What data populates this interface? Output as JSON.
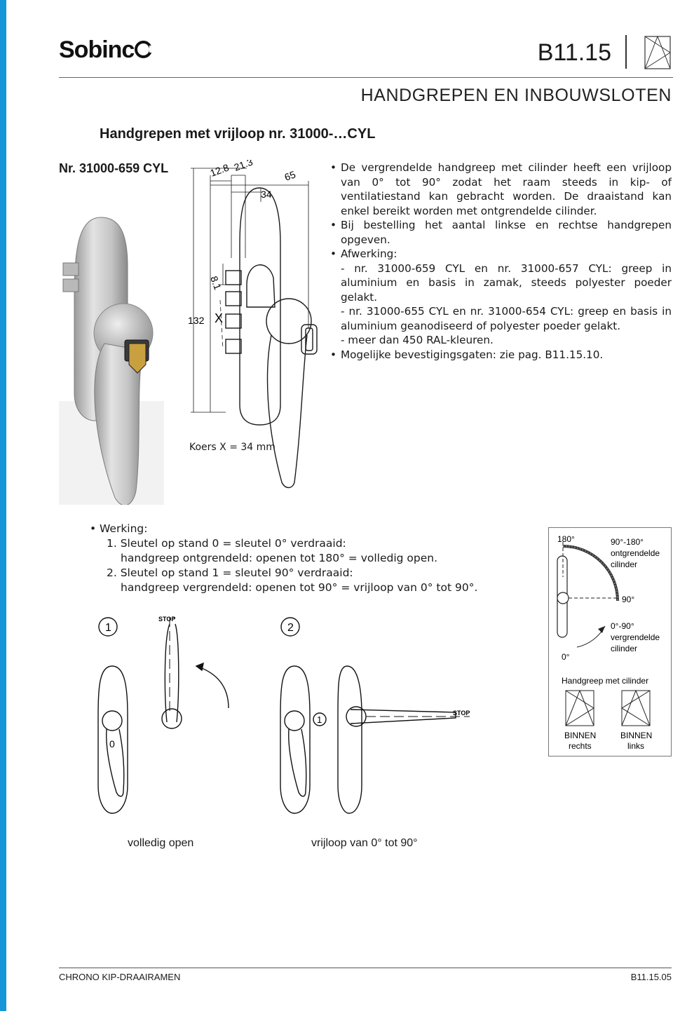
{
  "brand": {
    "name_part": "Sobinc",
    "name_end": "o"
  },
  "header": {
    "code": "B11.15",
    "section_title": "HANDGREPEN EN INBOUWSLOTEN"
  },
  "subtitle": "Handgrepen met vrijloop nr. 31000-…CYL",
  "product_label": "Nr. 31000-659 CYL",
  "dimensions": {
    "d1": "12.8",
    "d2": "21.3",
    "d3": "34",
    "d4": "65",
    "d5": "8.1",
    "d6": "132",
    "d7": "X"
  },
  "koers": "Koers X = 34 mm",
  "description": {
    "b1": "De vergrendelde handgreep met cilinder heeft een vrijloop van 0° tot 90° zodat het raam steeds in kip- of ventilatiestand kan gebracht worden. De draaistand kan enkel bereikt worden met ontgrendelde cilinder.",
    "b2": "Bij bestelling het aantal linkse en rechtse handgrepen opgeven.",
    "b3": "Afwerking:",
    "s1": "- nr. 31000-659 CYL en nr. 31000-657 CYL: greep in aluminium en basis in zamak, steeds polyester poeder gelakt.",
    "s2": "- nr. 31000-655 CYL en nr. 31000-654 CYL: greep en basis in aluminium geanodiseerd of polyester poeder gelakt.",
    "s3": "- meer dan 450 RAL-kleuren.",
    "b4": "Mogelijke bevestigingsgaten: zie pag. B11.15.10."
  },
  "werking": {
    "title": "Werking:",
    "l1": "1. Sleutel op stand 0 = sleutel 0° verdraaid:",
    "l2": "handgreep ontgrendeld: openen tot 180° = volledig open.",
    "l3": "2. Sleutel op stand 1 = sleutel 90° verdraaid:",
    "l4": "handgreep vergrendeld: openen tot 90° = vrijloop van 0° tot 90°."
  },
  "panel": {
    "deg180": "180°",
    "range1_l1": "90°-180°",
    "range1_l2": "ontgrendelde",
    "range1_l3": "cilinder",
    "deg90": "90°",
    "range2_l1": "0°-90°",
    "range2_l2": "vergrendelde",
    "range2_l3": "cilinder",
    "deg0": "0°",
    "caption": "Handgreep met cilinder",
    "right_l1": "BINNEN",
    "right_l2": "rechts",
    "left_l1": "BINNEN",
    "left_l2": "links"
  },
  "diagrams": {
    "n1": "1",
    "n2": "2",
    "key0": "0",
    "key1": "1",
    "stop": "STOP",
    "cap1": "volledig open",
    "cap2": "vrijloop van 0° tot 90°"
  },
  "footer": {
    "left": "CHRONO KIP-DRAAIRAMEN",
    "right": "B11.15.05"
  },
  "colors": {
    "accent": "#1496d8"
  }
}
